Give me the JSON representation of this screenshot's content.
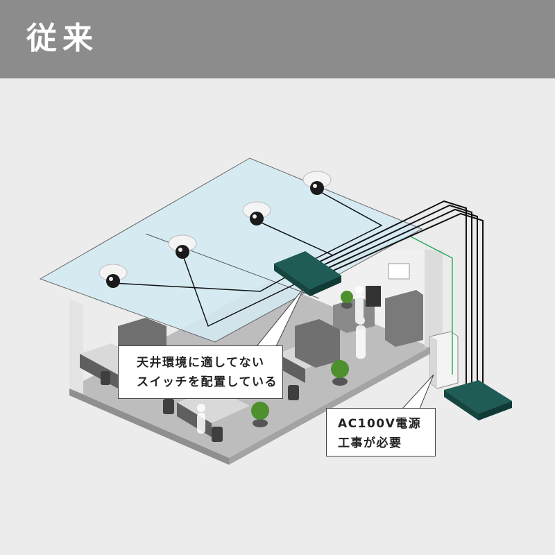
{
  "header": {
    "title": "従来",
    "background": "#8c8c8c"
  },
  "callouts": {
    "switch": {
      "line1": "天井環境に適してない",
      "line2": "スイッチを配置している"
    },
    "power": {
      "line1": "AC100V電源",
      "line2": "工事が必要"
    }
  },
  "colors": {
    "ceiling": "#d4eaf3",
    "floor": "#b0b0b0",
    "switch": "#1e5c55",
    "cable": "#111111",
    "power_line": "#2fae61",
    "background": "#ececec"
  },
  "icons": [
    "dome-camera-icon",
    "network-switch-icon",
    "power-panel-icon",
    "chair-icon",
    "plant-icon",
    "person-icon"
  ]
}
